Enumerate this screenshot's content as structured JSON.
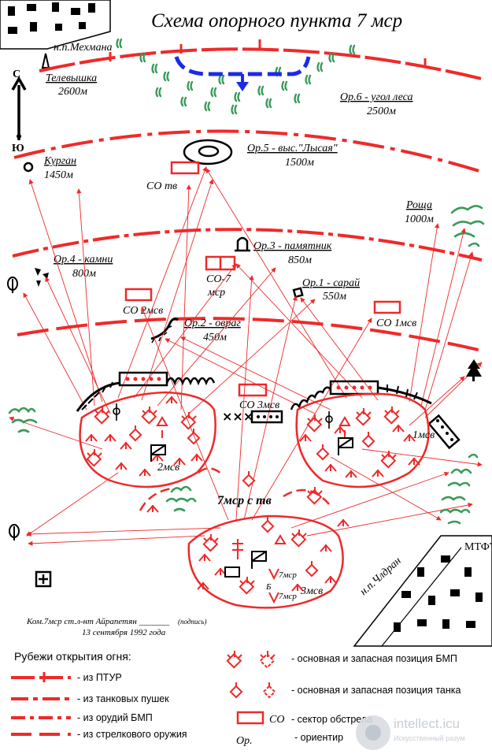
{
  "title": "Схема опорного пункта 7 мср",
  "places": {
    "mekhmana": "н.п.Мехмана",
    "chldran": "н.п.Члдран",
    "mtf": "МТФ",
    "north": "С",
    "south": "Ю"
  },
  "landmarks": [
    {
      "id": "or6",
      "name": "Ор.6 - угол леса",
      "dist": "2500м"
    },
    {
      "id": "or5",
      "name": "Ор.5 - выс.\"Лысая\"",
      "dist": "1500м"
    },
    {
      "id": "or4",
      "name": "Ор.4 - камни",
      "dist": "800м"
    },
    {
      "id": "or3",
      "name": "Ор.3 - памятник",
      "dist": "850м"
    },
    {
      "id": "or2",
      "name": "Ор.2 - овраг",
      "dist": "450м"
    },
    {
      "id": "or1",
      "name": "Ор.1 - сарай",
      "dist": "550м"
    },
    {
      "id": "tv",
      "name": "Телевышка",
      "dist": "2600м"
    },
    {
      "id": "kurgan",
      "name": "Курган",
      "dist": "1450м"
    },
    {
      "id": "roshcha",
      "name": "Роща",
      "dist": "1000м"
    }
  ],
  "sectors": {
    "co_tv": "СО тв",
    "co7_a": "СО-7",
    "co7_b": "мср",
    "co2": "СО 2мсв",
    "co1": "СО 1мсв",
    "co3": "СО 3мсв"
  },
  "units": {
    "msv1": "1мсв",
    "msv2": "2мсв",
    "msv3": "3мсв",
    "company": "7мср с тв",
    "sub7a": "7мср",
    "sub7b": "7мср",
    "sub_b": "Б"
  },
  "signature": {
    "line1": "Ком.7мср ст.л-нт Айрапетян _______",
    "podpis": "(подпись)",
    "line2": "13 сентября 1992 года"
  },
  "legend": {
    "heading": "Рубежи открытия огня:",
    "lines": [
      "- из ПТУР",
      "- из танковых пушек",
      "- из орудий БМП",
      "- из стрелкового оружия"
    ],
    "bmp": "- основная и запасная позиция БМП",
    "tank": "- основная и запасная позиция танка",
    "co_abbr": "СО",
    "sector": "- сектор обстрела",
    "or_abbr": "Ор.",
    "orient": "- ориентир"
  },
  "watermark": {
    "site": "intellect.icu",
    "sub": "Искусственный разум"
  },
  "colors": {
    "red": "#ee2a2a",
    "green": "#3a9a5a",
    "blue": "#1a2be8"
  }
}
